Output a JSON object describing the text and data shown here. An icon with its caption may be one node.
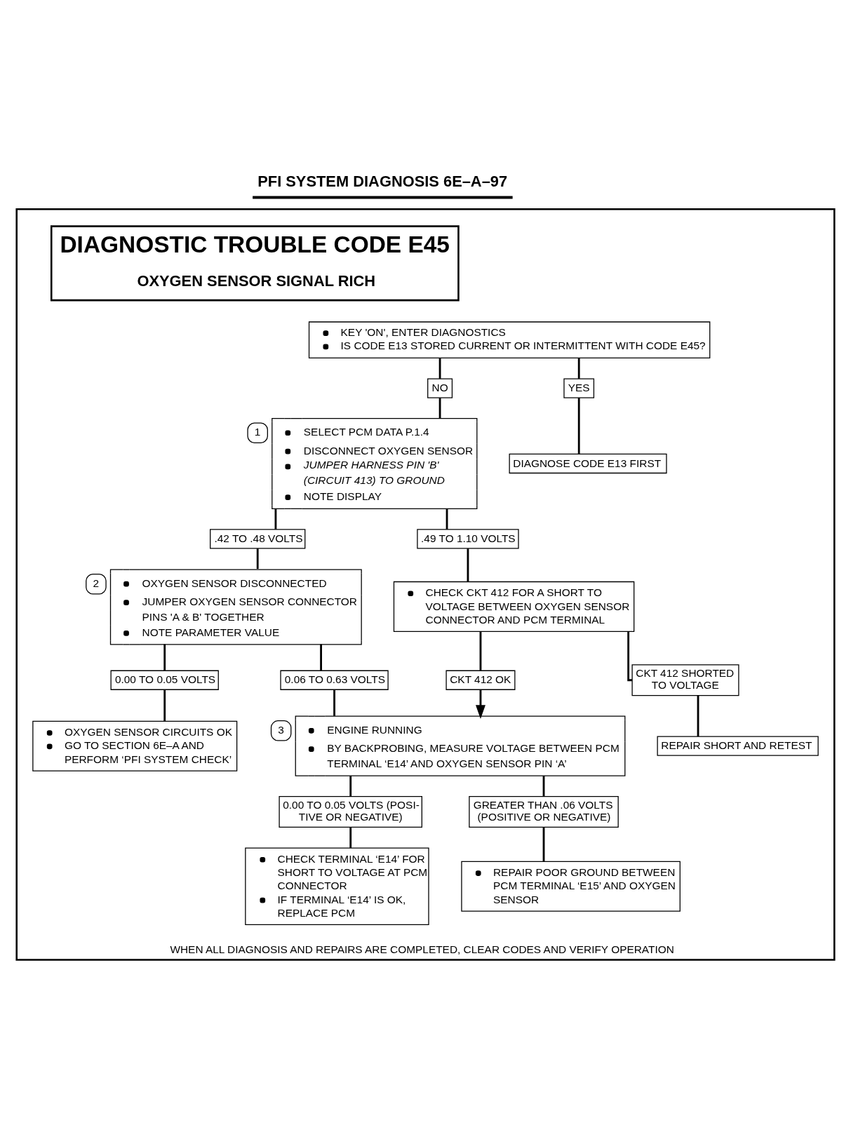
{
  "diagram": {
    "nodes": [
      {
        "text": [
          "WHEN ALL DIAGNOSIS AND REPAIRS ARE COMPLETED, CLEAR CODES AND VERIFY OPERATION"
        ]
      },
      {
        "text": [
          "DIAGNOSTIC TROUBLE CODE E45",
          "OXYGEN SENSOR SIGNAL RICH"
        ],
        "in": 0
      },
      {
        "text": [
          "KEY 'ON', ENTER DIAGNOSTICS",
          "IS CODE E13 STORED CURRENT OR INTERMITTENT WITH CODE E45?"
        ],
        "in": 0
      },
      {
        "text": [
          "NO"
        ],
        "in": 0
      },
      {
        "text": [
          "YES"
        ],
        "in": 0
      },
      {
        "text": [
          "1",
          "SELECT PCM DATA P.1.4",
          "DISCONNECT OXYGEN SENSOR",
          "JUMPER HARNESS PIN 'B' (CIRCUIT 413) TO GROUND",
          "NOTE DISPLAY"
        ],
        "in": 0
      },
      {
        "text": [
          "DIAGNOSE CODE E13 FIRST"
        ],
        "in": 0
      },
      {
        "text": [
          ".42 TO .48 VOLTS"
        ],
        "in": 0
      },
      {
        "text": [
          ".49 TO 1.10 VOLTS"
        ],
        "in": 0
      },
      {
        "text": [
          "2",
          "OXYGEN SENSOR DISCONNECTED",
          "JUMPER OXYGEN SENSOR CONNECTOR PINS 'A & B' TOGETHER",
          "NOTE PARAMETER VALUE"
        ],
        "in": 0
      },
      {
        "text": [
          "CHECK CKT 412 FOR A SHORT TO VOLTAGE BETWEEN OXYGEN SENSOR CONNECTOR AND PCM TERMINAL"
        ],
        "in": 0
      },
      {
        "text": [
          "CKT 412 OK"
        ],
        "in": 0
      },
      {
        "text": [
          "CKT 412 SHORTED TO VOLTAGE"
        ],
        "in": 0
      },
      {
        "text": [
          "REPAIR SHORT AND RETEST"
        ],
        "in": 0
      },
      {
        "text": [
          "0.00 TO 0.05 VOLTS"
        ],
        "in": 0
      },
      {
        "text": [
          "0.06 TO 0.63 VOLTS"
        ],
        "in": 0
      },
      {
        "text": [
          "OXYGEN SENSOR CIRCUITS OK",
          "GO TO SECTION 6E–A AND PERFORM ‘PFI SYSTEM CHECK’"
        ],
        "in": 0
      },
      {
        "text": [
          "3",
          "ENGINE RUNNING",
          "BY BACKPROBING, MEASURE VOLTAGE BETWEEN PCM TERMINAL ‘E14’ AND OXYGEN SENSOR PIN ‘A’"
        ],
        "in": 0
      },
      {
        "text": [
          "0.00 TO 0.05 VOLTS (POSI- TIVE OR NEGATIVE)"
        ],
        "in": 0
      },
      {
        "text": [
          "GREATER THAN .06 VOLTS (POSITIVE OR NEGATIVE)"
        ],
        "in": 0
      },
      {
        "text": [
          "CHECK TERMINAL ‘E14’ FOR SHORT TO VOLTAGE AT PCM CONNECTOR",
          "IF TERMINAL ‘E14’ IS OK, REPLACE PCM"
        ],
        "in": 0
      },
      {
        "text": [
          "REPAIR POOR GROUND BETWEEN PCM TERMINAL ‘E15’ AND OXYGEN SENSOR"
        ],
        "in": 0
      }
    ],
    "edges": [
      {
        "from": 2,
        "to": 3,
        "arrow": "none"
      },
      {
        "from": 2,
        "to": 4,
        "arrow": "none"
      },
      {
        "from": 3,
        "to": 5,
        "arrow": "none"
      },
      {
        "from": 4,
        "to": 6,
        "arrow": "none"
      },
      {
        "from": 5,
        "to": 7,
        "arrow": "none"
      },
      {
        "from": 5,
        "to": 8,
        "arrow": "none"
      },
      {
        "from": 7,
        "to": 9,
        "arrow": "none"
      },
      {
        "from": 8,
        "to": 10,
        "arrow": "none"
      },
      {
        "from": 10,
        "to": 11,
        "arrow": "none"
      },
      {
        "from": 10,
        "to": 12,
        "arrow": "none"
      },
      {
        "from": 12,
        "to": 13,
        "arrow": "none"
      },
      {
        "from": 9,
        "to": 14,
        "arrow": "none"
      },
      {
        "from": 9,
        "to": 15,
        "arrow": "none"
      },
      {
        "from": 14,
        "to": 16,
        "arrow": "none"
      },
      {
        "from": 15,
        "to": 17,
        "arrow": "none"
      },
      {
        "from": 11,
        "to": 17,
        "arrow": "to"
      },
      {
        "from": 17,
        "to": 18,
        "arrow": "none"
      },
      {
        "from": 17,
        "to": 19,
        "arrow": "none"
      },
      {
        "from": 18,
        "to": 20,
        "arrow": "none"
      },
      {
        "from": 19,
        "to": 21,
        "arrow": "none"
      }
    ],
    "labels": [
      "PFI SYSTEM DIAGNOSIS 6E–A–97"
    ]
  }
}
